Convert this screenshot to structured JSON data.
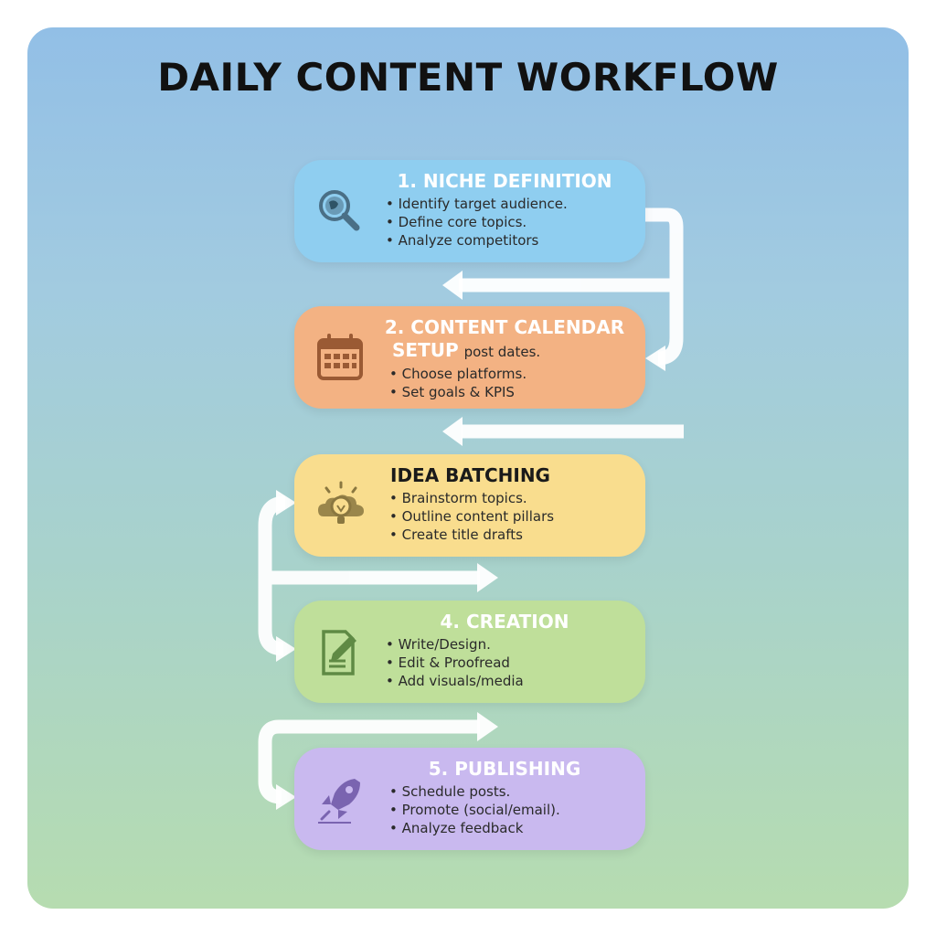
{
  "title": "DAILY CONTENT WORKFLOW",
  "colors": {
    "step1": "#8fcef0",
    "step2": "#f3b283",
    "step3": "#f9dd8e",
    "step4": "#bfdf9a",
    "step5": "#c9b9ef",
    "arrow": "#ffffff"
  },
  "steps": [
    {
      "title": "1. NICHE DEFINITION",
      "icon": "globe-magnifier-icon",
      "bullets": [
        "Identify target audience.",
        "Define core topics.",
        "Analyze competitors"
      ]
    },
    {
      "title_line1": "2. CONTENT CALENDAR",
      "title_line2": "SETUP",
      "inline_text": "post dates.",
      "icon": "calendar-icon",
      "bullets": [
        "Choose platforms.",
        "Set goals & KPIS"
      ]
    },
    {
      "title": "IDEA BATCHING",
      "icon": "lightbulb-icon",
      "bullets": [
        "Brainstorm topics.",
        "Outline content pillars",
        "Create title drafts"
      ]
    },
    {
      "title": "4. CREATION",
      "icon": "document-pen-icon",
      "bullets": [
        "Write/Design.",
        "Edit & Proofread",
        "Add visuals/media"
      ]
    },
    {
      "title": "5. PUBLISHING",
      "icon": "rocket-icon",
      "bullets": [
        "Schedule posts.",
        "Promote (social/email).",
        "Analyze feedback"
      ]
    }
  ]
}
